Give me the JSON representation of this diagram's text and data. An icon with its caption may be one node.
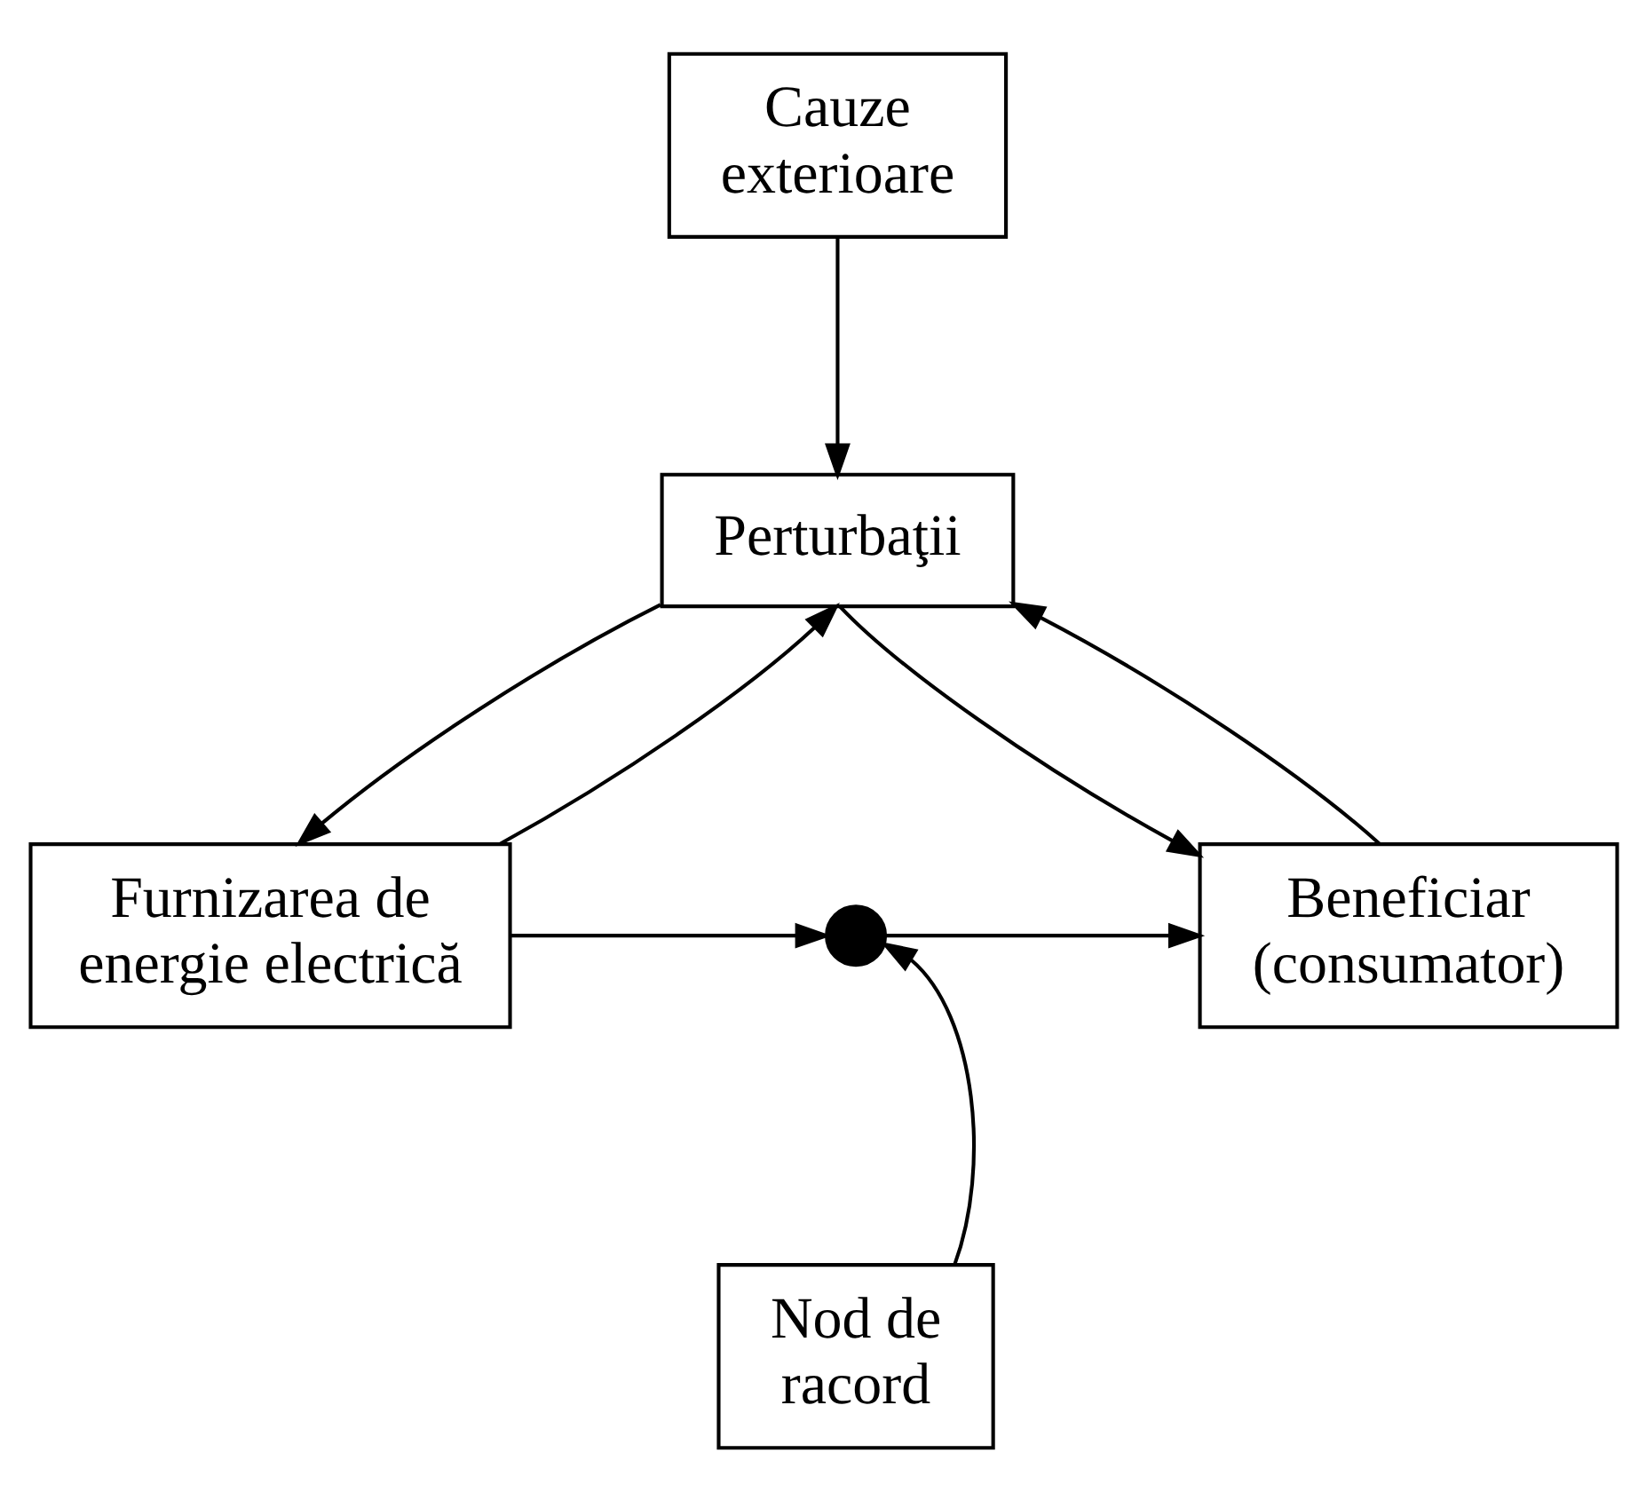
{
  "diagram": {
    "nodes": [
      {
        "text": [
          "Cauze exterioare"
        ]
      },
      {
        "text": [
          "Perturbaţii"
        ]
      },
      {
        "text": [
          "Furnizarea de energie electrică"
        ]
      },
      {
        "text": [
          "Beneficiar (consumator)"
        ]
      },
      {
        "text": [],
        "shape": "circle"
      },
      {
        "text": [
          "Nod de racord"
        ]
      }
    ],
    "edges": [
      {
        "from": 0,
        "to": 1,
        "arrow": "to"
      },
      {
        "from": 1,
        "to": 2,
        "arrow": "to"
      },
      {
        "from": 2,
        "to": 1,
        "arrow": "to"
      },
      {
        "from": 3,
        "to": 1,
        "arrow": "to"
      },
      {
        "from": 1,
        "to": 3,
        "arrow": "to"
      },
      {
        "from": 2,
        "to": 4,
        "arrow": "to"
      },
      {
        "from": 4,
        "to": 3,
        "arrow": "to"
      },
      {
        "from": 5,
        "to": 4,
        "arrow": "to"
      }
    ]
  }
}
